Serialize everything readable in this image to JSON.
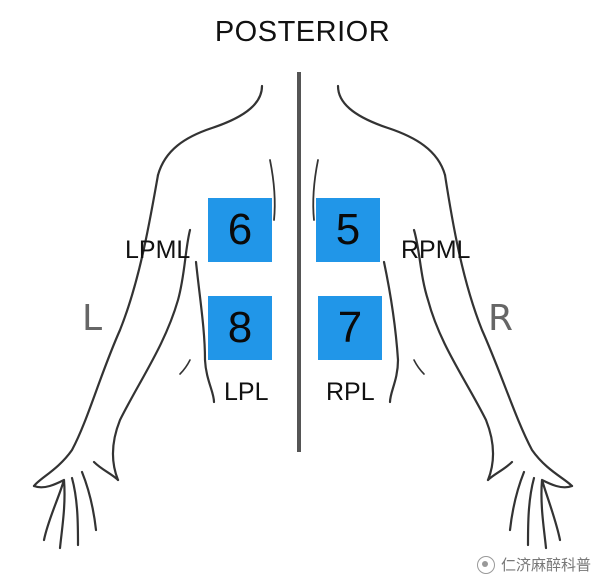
{
  "title": "POSTERIOR",
  "side_labels": {
    "left": "L",
    "right": "R"
  },
  "zones": [
    {
      "id": "6",
      "number": "6",
      "label": "LPML"
    },
    {
      "id": "5",
      "number": "5",
      "label": "RPML"
    },
    {
      "id": "8",
      "number": "8",
      "label": "LPL"
    },
    {
      "id": "7",
      "number": "7",
      "label": "RPL"
    }
  ],
  "colors": {
    "zone_fill": "#2196e8",
    "outline": "#333333",
    "midline": "#555555"
  },
  "watermark": {
    "text": "仁济麻醉科普",
    "icon": "wechat-icon"
  }
}
